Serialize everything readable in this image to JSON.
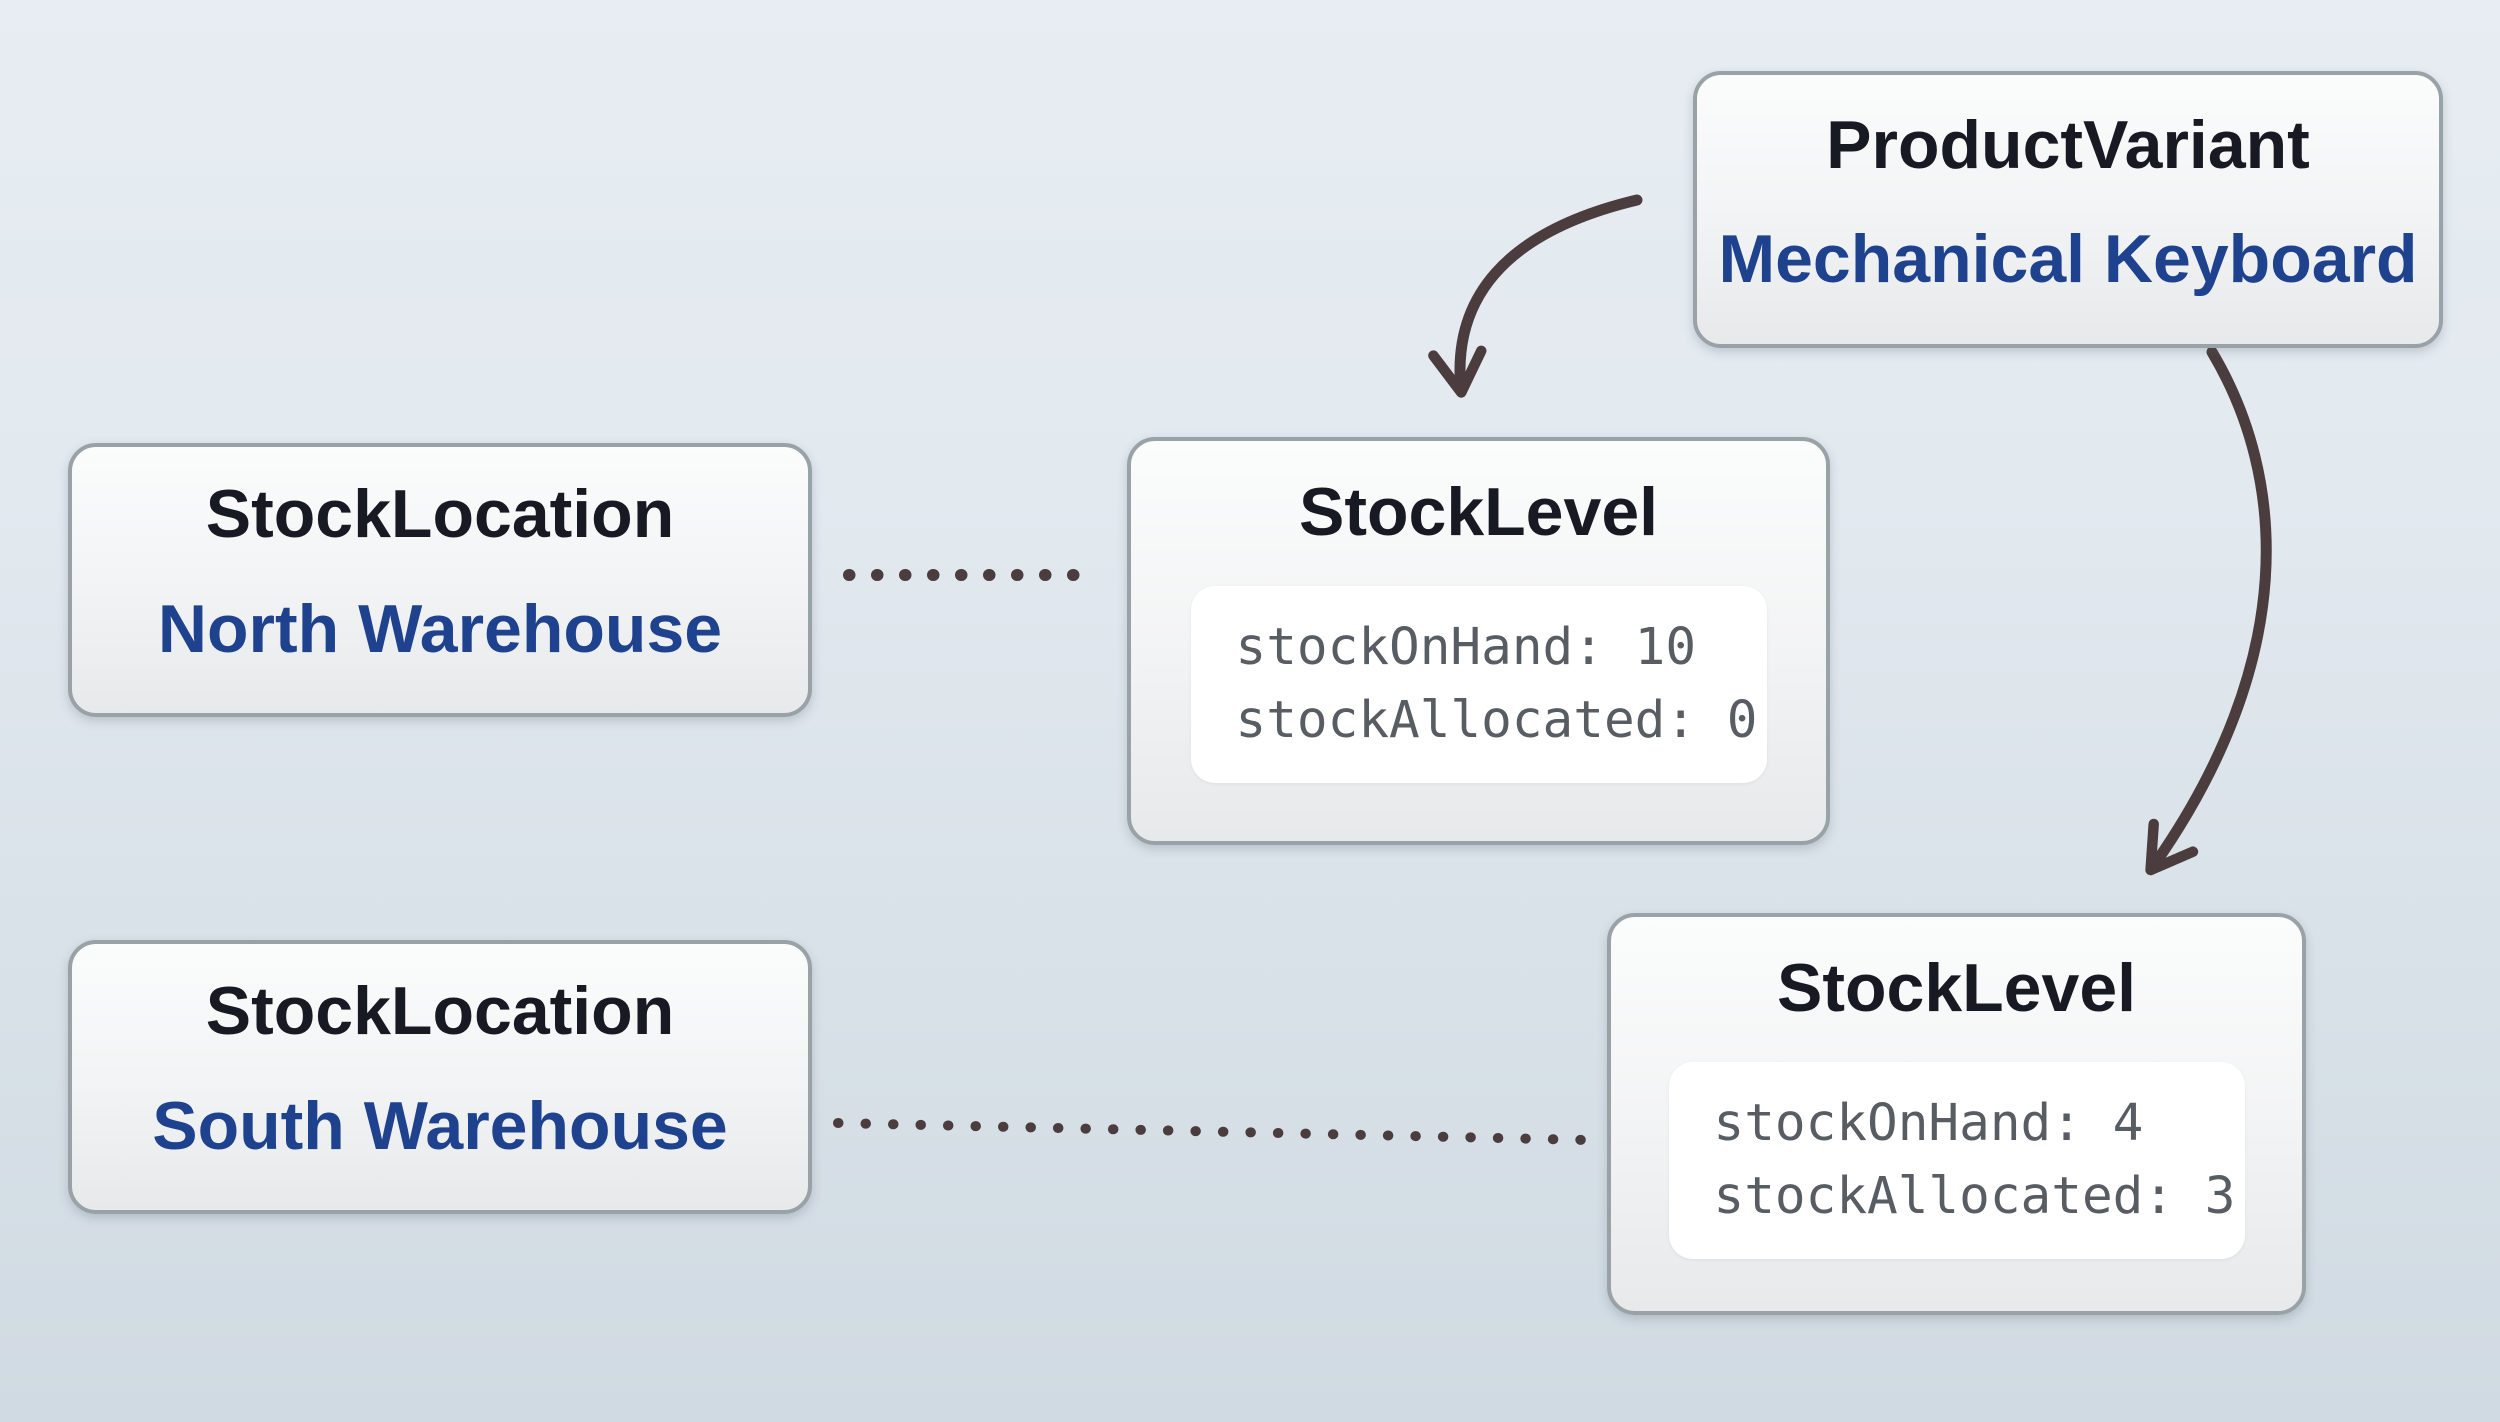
{
  "diagram": {
    "nodes": {
      "product_variant": {
        "type_label": "ProductVariant",
        "instance_label": "Mechanical Keyboard"
      },
      "stock_location_north": {
        "type_label": "StockLocation",
        "instance_label": "North Warehouse"
      },
      "stock_location_south": {
        "type_label": "StockLocation",
        "instance_label": "South Warehouse"
      },
      "stock_level_north": {
        "type_label": "StockLevel",
        "fields": [
          "stockOnHand: 10",
          "stockAllocated: 0"
        ]
      },
      "stock_level_south": {
        "type_label": "StockLevel",
        "fields": [
          "stockOnHand: 4",
          "stockAllocated: 3"
        ]
      }
    },
    "edges": [
      {
        "from": "product_variant",
        "to": "stock_level_north",
        "style": "curved-arrow"
      },
      {
        "from": "product_variant",
        "to": "stock_level_south",
        "style": "curved-arrow"
      },
      {
        "from": "stock_location_north",
        "to": "stock_level_north",
        "style": "dotted"
      },
      {
        "from": "stock_location_south",
        "to": "stock_level_south",
        "style": "dotted"
      }
    ],
    "colors": {
      "background_top": "#e7edf2",
      "background_bottom": "#d0dae2",
      "node_border": "#99a2a7",
      "node_fill_top": "#fbfcfc",
      "node_fill_bottom": "#e7e9ea",
      "entity_title_text": "#171a22",
      "instance_text": "#1f428f",
      "field_text": "#585d64",
      "connector": "#4b3d3e",
      "field_panel_fill": "#ffffff"
    }
  }
}
